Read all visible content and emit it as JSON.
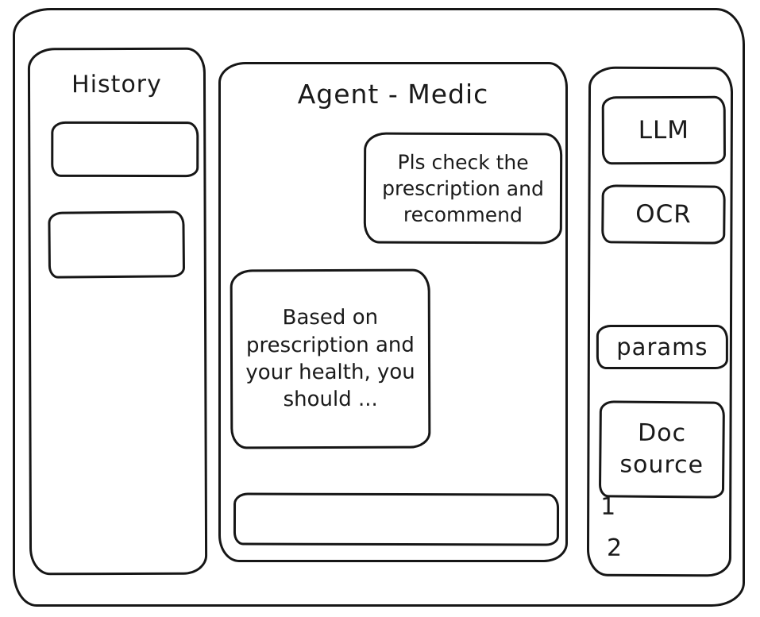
{
  "history": {
    "title": "History"
  },
  "chat": {
    "title": "Agent - Medic",
    "user_message": "Pls check the prescription and recommend",
    "assistant_message": "Based on prescription and your health, you should ...",
    "input_value": ""
  },
  "tools": {
    "llm_label": "LLM",
    "ocr_label": "OCR",
    "params_label": "params",
    "doc_source_label": "Doc source",
    "doc_source_items": [
      "1",
      "2"
    ]
  },
  "colors": {
    "ink": "#161616",
    "background": "#ffffff"
  }
}
